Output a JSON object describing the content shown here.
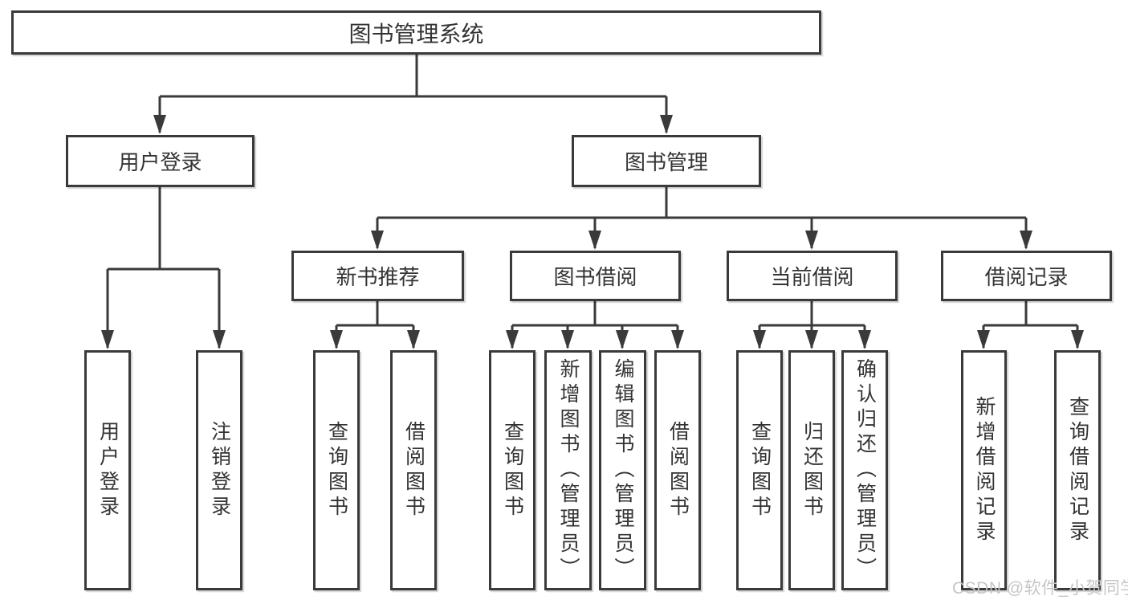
{
  "nodes": {
    "root": {
      "label": "图书管理系统"
    },
    "user_login": {
      "label": "用户登录"
    },
    "book_mgmt": {
      "label": "图书管理"
    },
    "new_book_rec": {
      "label": "新书推荐"
    },
    "book_borrow": {
      "label": "图书借阅"
    },
    "current_borrow": {
      "label": "当前借阅"
    },
    "borrow_records": {
      "label": "借阅记录"
    },
    "leaf_user_login": {
      "label": "用户登录"
    },
    "leaf_logout": {
      "label": "注销登录"
    },
    "leaf_query_book_1": {
      "label": "查询图书"
    },
    "leaf_borrow_book_1": {
      "label": "借阅图书"
    },
    "leaf_query_book_2": {
      "label": "查询图书"
    },
    "leaf_add_book": {
      "label": "新增图书（管理员）"
    },
    "leaf_edit_book": {
      "label": "编辑图书（管理员）"
    },
    "leaf_borrow_book_2": {
      "label": "借阅图书"
    },
    "leaf_query_book_3": {
      "label": "查询图书"
    },
    "leaf_return_book": {
      "label": "归还图书"
    },
    "leaf_confirm_return": {
      "label": "确认归还（管理员）"
    },
    "leaf_add_record": {
      "label": "新增借阅记录"
    },
    "leaf_query_record": {
      "label": "查询借阅记录"
    }
  },
  "watermark": "CSDN @软件_小贺同学",
  "colors": {
    "line": "#3a3a3a",
    "text": "#333333",
    "watermark": "#c6c6c6",
    "background": "#ffffff"
  }
}
